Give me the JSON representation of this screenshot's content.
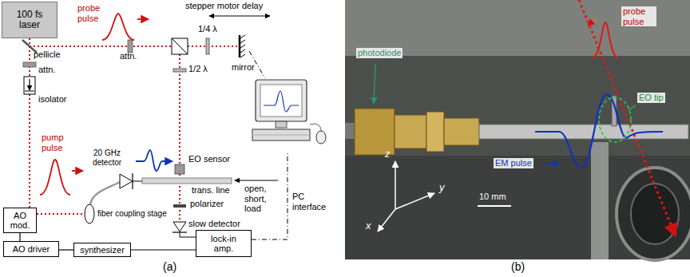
{
  "diagram": {
    "nodes": [
      {
        "text": [
          "100 fs laser"
        ]
      },
      {
        "text": [
          "AO mod."
        ]
      },
      {
        "text": [
          "AO driver"
        ]
      },
      {
        "text": [
          "synthesizer"
        ]
      },
      {
        "text": [
          "lock-in amp."
        ]
      }
    ],
    "edges": [
      {
        "from": 1,
        "to": 2,
        "arrow": "none"
      },
      {
        "from": 2,
        "to": 3,
        "arrow": "none"
      },
      {
        "from": 3,
        "to": 4,
        "arrow": "none"
      }
    ],
    "labels": [
      "probe pulse",
      "stepper motor delay",
      "pellicle",
      "attn.",
      "attn.",
      "1/4 λ",
      "mirror",
      "1/2 λ",
      "20 GHz detector",
      "EO sensor",
      "isolator",
      "pump pulse",
      "trans. line",
      "open, short, load",
      "polarizer",
      "slow detector",
      "fiber coupling stage",
      "PC interface",
      "(a)",
      "photodiode",
      "probe pulse",
      "EO tip",
      "EM pulse",
      "z",
      "y",
      "x",
      "10 mm",
      "(b)"
    ]
  }
}
